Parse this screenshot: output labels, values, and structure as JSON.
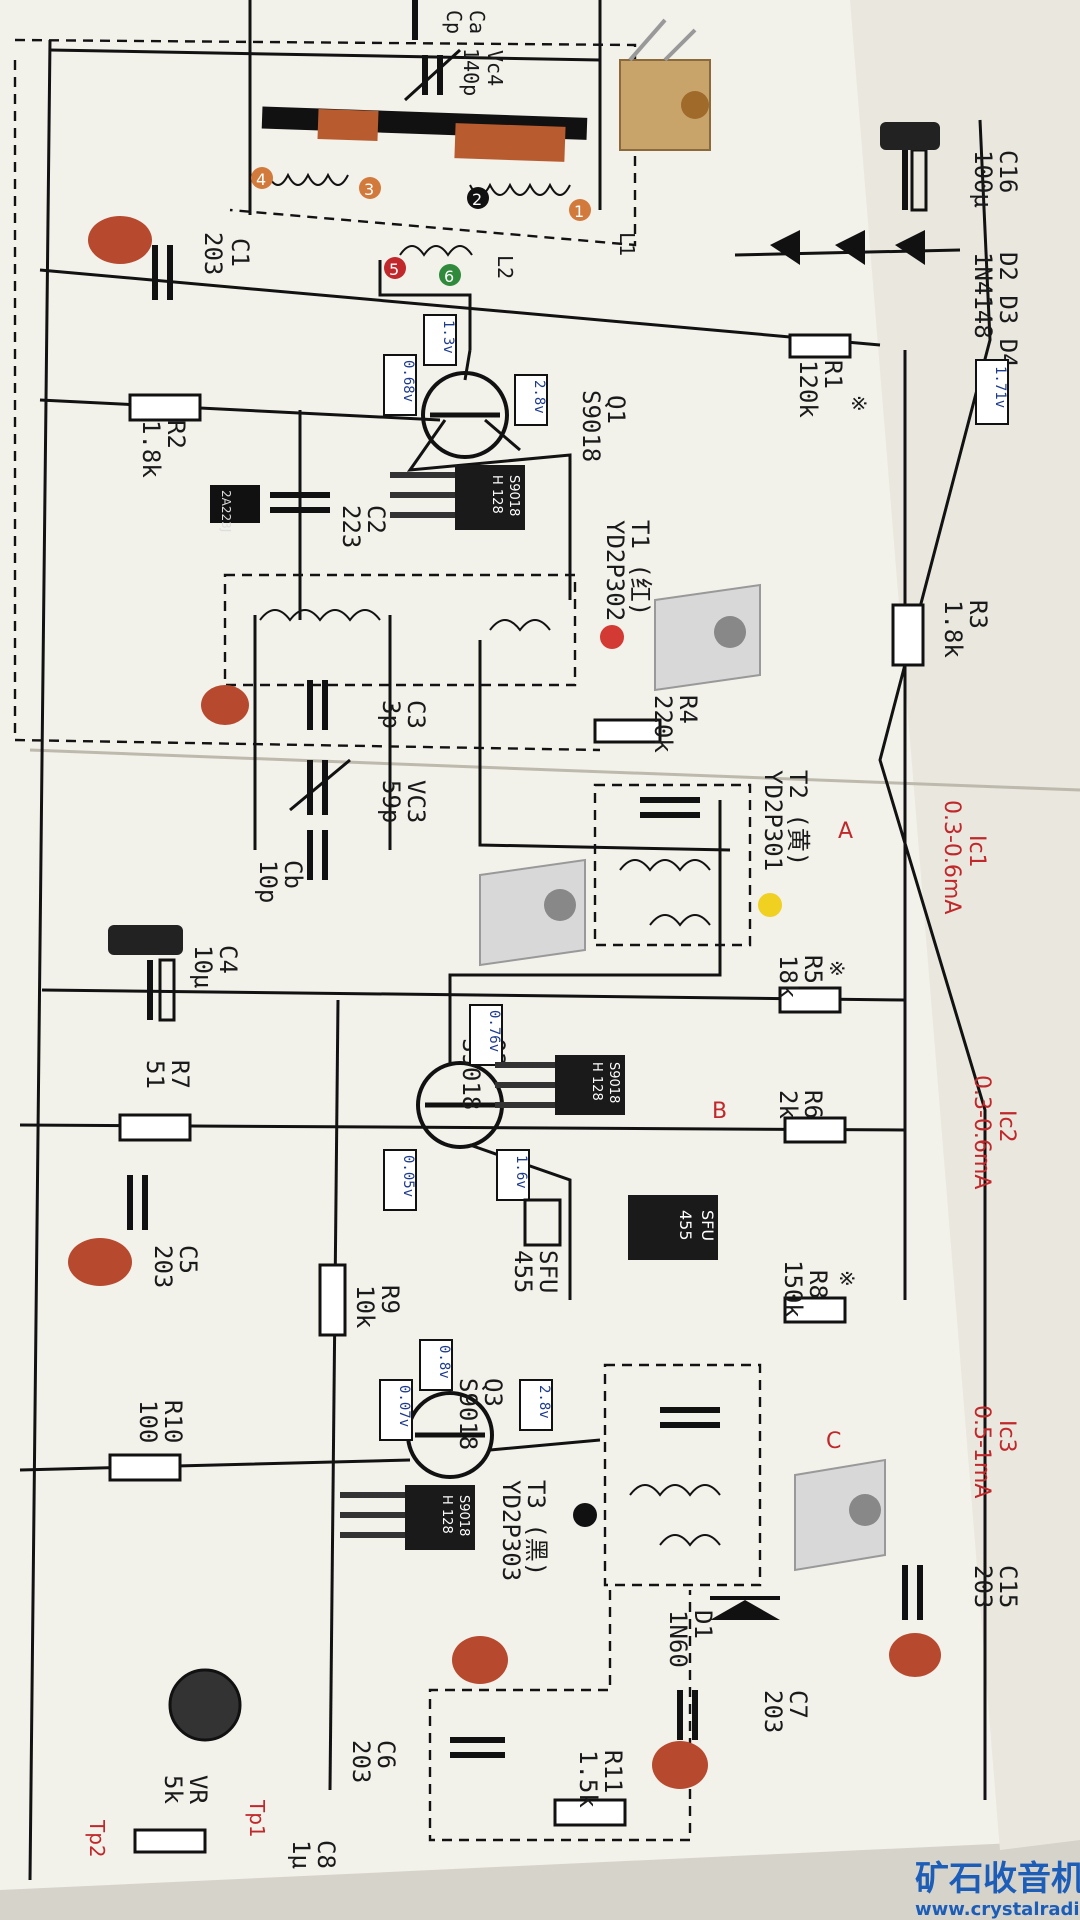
{
  "components": {
    "Ca": {
      "name": "Ca",
      "value": "Cp"
    },
    "Vc4": {
      "name": "Vc4",
      "value": "140p"
    },
    "L1": {
      "name": "L1"
    },
    "L2": {
      "name": "L2"
    },
    "C1": {
      "name": "C1",
      "value": "203"
    },
    "C16": {
      "name": "C16",
      "value": "100μ"
    },
    "D2D4": {
      "name": "D2 D3 D4",
      "value": "1N4148"
    },
    "R1": {
      "name": "R1",
      "value": "120k"
    },
    "Q1": {
      "name": "Q1",
      "value": "S9018"
    },
    "R2": {
      "name": "R2",
      "value": "1.8k"
    },
    "C2": {
      "name": "C2",
      "value": "223"
    },
    "T1": {
      "name": "T1 (红)",
      "value": "YD2P302"
    },
    "R3": {
      "name": "R3",
      "value": "1.8k"
    },
    "C3": {
      "name": "C3",
      "value": "3p"
    },
    "VC3": {
      "name": "VC3",
      "value": "59p"
    },
    "Cb": {
      "name": "Cb",
      "value": "10p"
    },
    "R4": {
      "name": "R4",
      "value": "220k"
    },
    "T2": {
      "name": "T2 (黄)",
      "value": "YD2P301"
    },
    "C4": {
      "name": "C4",
      "value": "10μ"
    },
    "R5": {
      "name": "R5",
      "value": "18k"
    },
    "Q2": {
      "name": "Q2",
      "value": "S9018"
    },
    "R7": {
      "name": "R7",
      "value": "51"
    },
    "R6": {
      "name": "R6",
      "value": "2k"
    },
    "C5": {
      "name": "C5",
      "value": "203"
    },
    "SFU": {
      "name": "SFU",
      "value": "455"
    },
    "R8": {
      "name": "R8",
      "value": "150k"
    },
    "R9": {
      "name": "R9",
      "value": "10k"
    },
    "Q3": {
      "name": "Q3",
      "value": "S9018"
    },
    "R10": {
      "name": "R10",
      "value": "100"
    },
    "T3": {
      "name": "T3 (黑)",
      "value": "YD2P303"
    },
    "D1": {
      "name": "D1",
      "value": "1N60"
    },
    "C7": {
      "name": "C7",
      "value": "203"
    },
    "C15": {
      "name": "C15",
      "value": "203"
    },
    "C6": {
      "name": "C6",
      "value": "203"
    },
    "R11": {
      "name": "R11",
      "value": "1.5k"
    },
    "VR": {
      "name": "VR",
      "value": "5k"
    },
    "C8": {
      "name": "C8",
      "value": "1μ"
    }
  },
  "pins": {
    "p1": "1",
    "p2": "2",
    "p3": "3",
    "p4": "4",
    "p5": "5",
    "p6": "6"
  },
  "voltages": {
    "q1_c": "1.3v",
    "q1_b": "0.68v",
    "q1_e": "2.8v",
    "r1": "1.71v",
    "q2_c": "0.76v",
    "q2_b": "0.05v",
    "q2_e": "1.6v",
    "q3_c": "0.8v",
    "q3_b": "0.07v",
    "q3_e": "2.8v"
  },
  "currents": {
    "ic1": {
      "label": "Ic1",
      "value": "0.3-0.6mA"
    },
    "ic2": {
      "label": "Ic2",
      "value": "0.3-0.6mA"
    },
    "ic3": {
      "label": "Ic3",
      "value": "0.5-1mA"
    }
  },
  "test_points": {
    "a": "A",
    "b": "B",
    "c": "C",
    "tp1": "Tp1",
    "tp2": "Tp2",
    "mark": "※"
  },
  "part_marks": {
    "s9018_a": "S9018",
    "s9018_b": "H 128",
    "sfu_a": "SFU",
    "sfu_b": "455",
    "c2_body": "2A223J"
  },
  "watermark": {
    "cn": "矿石收音机",
    "url": "www.crystalradio.cn"
  },
  "colors": {
    "paper": "#f2f1ea",
    "ink": "#121212",
    "current_red": "#c0282c",
    "voltage_blue": "#1e3a8c"
  }
}
